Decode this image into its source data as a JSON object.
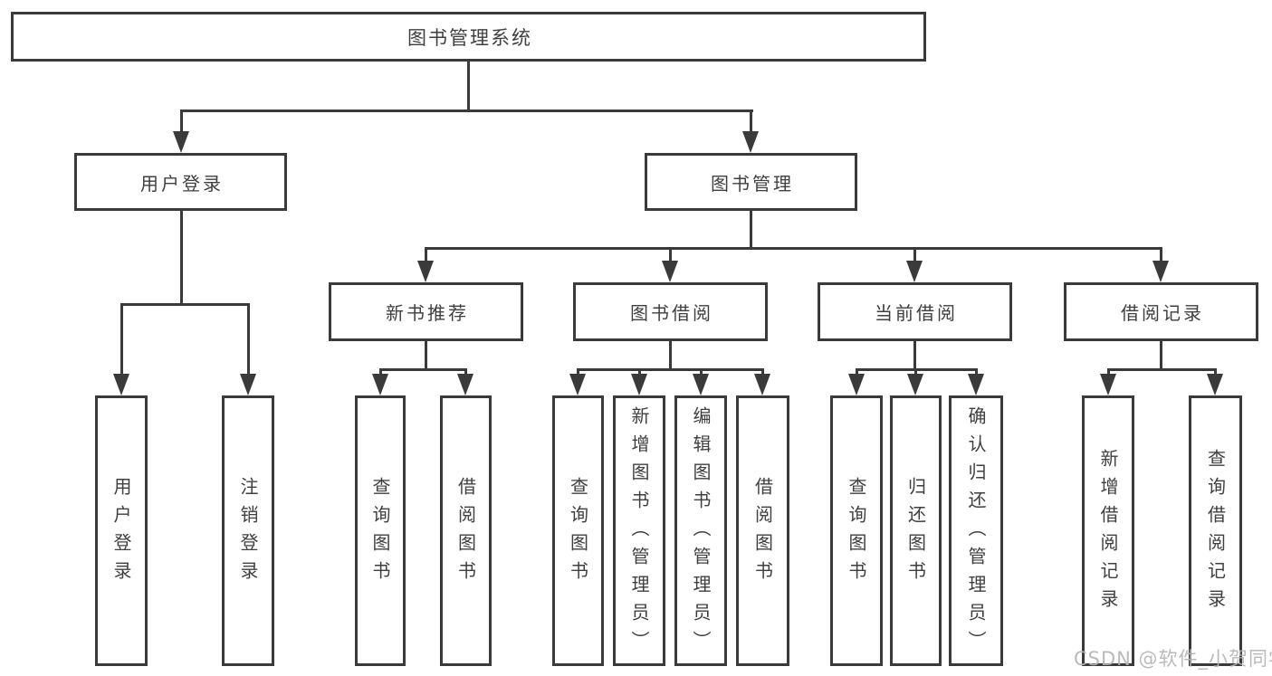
{
  "title": "图书管理系统",
  "colors": {
    "line": "#3a3a3a",
    "text": "#3f3f3f",
    "watermark": "#b5b5b5",
    "background": "#ffffff"
  },
  "nodes": {
    "root": {
      "label": "图书管理系统"
    },
    "userLogin": {
      "label": "用户登录"
    },
    "bookMgmt": {
      "label": "图书管理"
    },
    "newBookRec": {
      "label": "新书推荐"
    },
    "bookBorrow": {
      "label": "图书借阅"
    },
    "currentBorrow": {
      "label": "当前借阅"
    },
    "borrowRecords": {
      "label": "借阅记录"
    },
    "leafUserLogin": {
      "label": "用户登录"
    },
    "leafLogout": {
      "label": "注销登录"
    },
    "leafQueryBooks1": {
      "label": "查询图书"
    },
    "leafBorrowBooks1": {
      "label": "借阅图书"
    },
    "leafQueryBooks2": {
      "label": "查询图书"
    },
    "leafAddBooks": {
      "label": "新增图书（管理员）"
    },
    "leafEditBooks": {
      "label": "编辑图书（管理员）"
    },
    "leafBorrowBooks2": {
      "label": "借阅图书"
    },
    "leafQueryBooks3": {
      "label": "查询图书"
    },
    "leafReturnBooks": {
      "label": "归还图书"
    },
    "leafConfirmReturn": {
      "label": "确认归还（管理员）"
    },
    "leafAddRecord": {
      "label": "新增借阅记录"
    },
    "leafQueryRecord": {
      "label": "查询借阅记录"
    }
  },
  "watermark": {
    "text": "CSDN @软件_小贺同学"
  }
}
